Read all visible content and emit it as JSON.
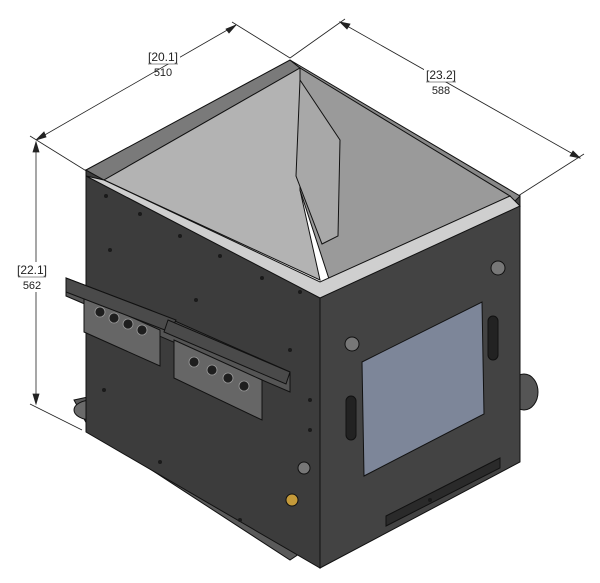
{
  "dimensions": {
    "width": {
      "inches": "[20.1]",
      "mm": "510"
    },
    "depth": {
      "inches": "[23.2]",
      "mm": "588"
    },
    "height": {
      "inches": "[22.1]",
      "mm": "562"
    }
  },
  "colors": {
    "body_dark": "#3a3a3a",
    "body_mid": "#4d4d4d",
    "interior_light": "#bdbdbd",
    "interior_mid": "#9e9e9e",
    "window": "#7a8499",
    "line": "#111111"
  }
}
